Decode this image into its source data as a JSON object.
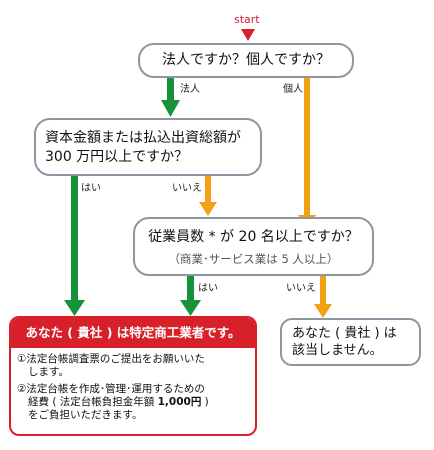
{
  "start_label": "start",
  "q1": {
    "text": "法人ですか？個人ですか？"
  },
  "q1_branches": {
    "corporate": "法人",
    "individual": "個人"
  },
  "q2": {
    "line1": "資本金額または払込出資総額が",
    "line2": "300 万円以上ですか？"
  },
  "q2_branches": {
    "yes": "はい",
    "no": "いいえ"
  },
  "q3": {
    "line1": "従業員数 * が 20 名以上ですか？",
    "line2": "（商業･サービス業は 5 人以上）"
  },
  "q3_branches": {
    "yes": "はい",
    "no": "いいえ"
  },
  "result_yes": {
    "title": "あなた ( 貴社 ) は特定商工業者です。",
    "item1_line1": "①法定台帳調査票のご提出をお願いいた",
    "item1_line2": "します。",
    "item2_line1": "②法定台帳を作成･管理･運用するための",
    "item2_line2_pre": "経費 ( 法定台帳負担金年額 ",
    "item2_amount": "1,000円",
    "item2_line2_post": " )",
    "item2_line3": "をご負担いただきます。"
  },
  "result_no": {
    "line1": "あなた ( 貴社 ) は",
    "line2": "該当しません。"
  },
  "colors": {
    "green": "#16923a",
    "orange": "#f2a016",
    "red": "#d8202b",
    "border": "#8b97a3"
  }
}
